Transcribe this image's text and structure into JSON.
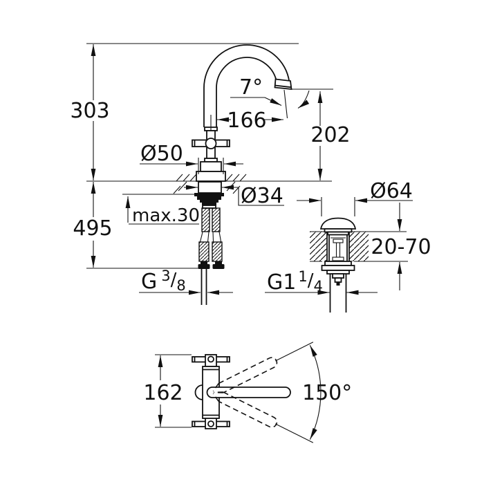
{
  "drawing": {
    "front_view": {
      "height_total": "303",
      "spout_reach": "166",
      "spout_height": "202",
      "spout_angle": "7°",
      "body_diameter": "Ø50",
      "hole_diameter": "Ø34",
      "max_counter_thickness": "max.30",
      "hose_length": "495",
      "supply_thread": {
        "prefix": "G",
        "num": "3",
        "slash": "/",
        "den": "8"
      }
    },
    "drain_view": {
      "flange_diameter": "Ø64",
      "counter_thickness_range": "20-70",
      "drain_thread": {
        "prefix": "G1",
        "num": "1",
        "slash": "/",
        "den": "4"
      }
    },
    "top_view": {
      "body_width": "162",
      "swivel_angle": "150°"
    },
    "colors": {
      "line": "#111111",
      "background": "#ffffff"
    }
  }
}
